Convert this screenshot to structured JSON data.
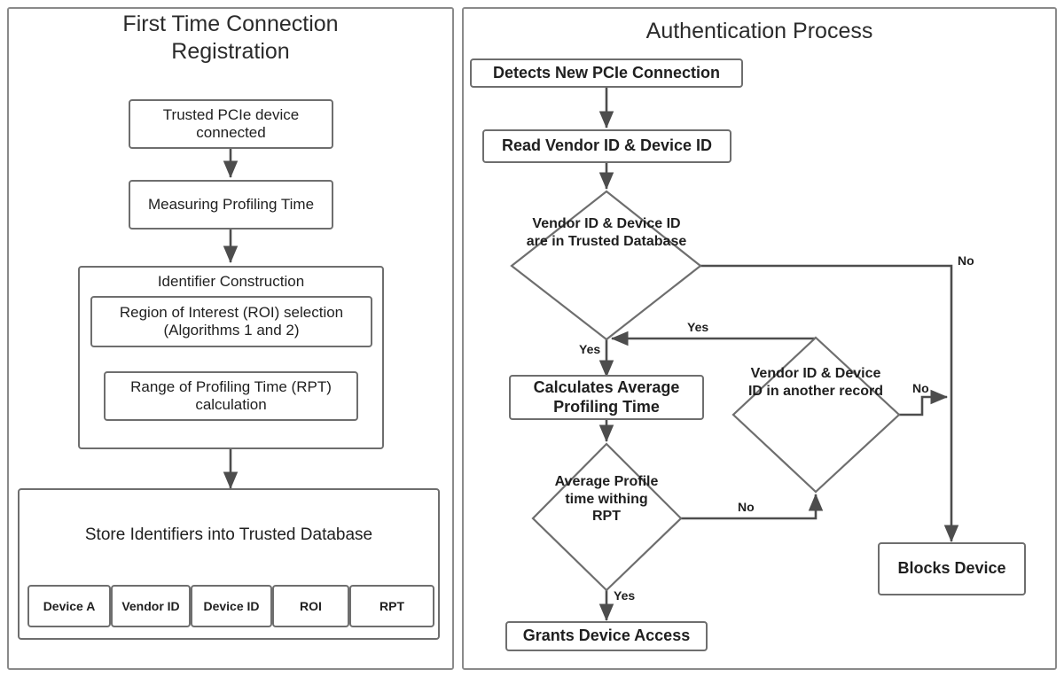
{
  "colors": {
    "panel_border": "#8a8a8a",
    "node_border": "#6e6e6e",
    "edge": "#4d4d4d",
    "text": "#1f1f1f",
    "background": "#ffffff"
  },
  "left_panel": {
    "title": "First Time Connection\nRegistration",
    "title_line1": "First Time Connection",
    "title_line2": "Registration",
    "nodes": {
      "trusted_device": "Trusted PCIe device connected",
      "measuring": "Measuring Profiling Time",
      "identifier_construction": "Identifier Construction",
      "roi_selection": "Region of Interest (ROI) selection (Algorithms 1 and 2)",
      "rpt_calculation": "Range of Profiling Time (RPT) calculation",
      "store_identifiers": "Store Identifiers into Trusted Database"
    },
    "table": {
      "columns": [
        "Device A",
        "Vendor ID",
        "Device ID",
        "ROI",
        "RPT"
      ]
    }
  },
  "right_panel": {
    "title": "Authentication Process",
    "nodes": {
      "detects": "Detects New PCIe Connection",
      "read_ids": "Read Vendor ID & Device ID",
      "decision_trusted_db": "Vendor ID & Device ID are in Trusted Database",
      "calculates_avg": "Calculates Average Profiling Time",
      "decision_another_record": "Vendor ID & Device ID in another record",
      "decision_within_rpt": "Average Profile time withing RPT",
      "grants_access": "Grants Device Access",
      "blocks_device": "Blocks Device"
    },
    "edge_labels": {
      "trusted_db_no": "No",
      "trusted_db_yes": "Yes",
      "another_record_yes": "Yes",
      "another_record_no": "No",
      "within_rpt_no": "No",
      "within_rpt_yes": "Yes"
    }
  }
}
